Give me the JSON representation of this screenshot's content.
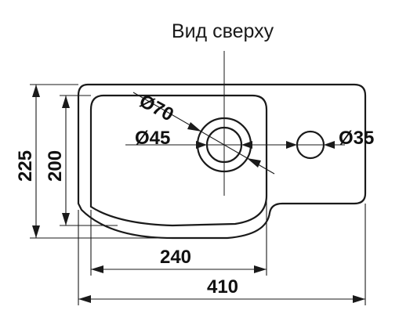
{
  "title": "Вид сверху",
  "dimensions": {
    "overall_width": "410",
    "bowl_width": "240",
    "overall_depth": "225",
    "bowl_depth": "200",
    "bowl_diameter": "Ø70",
    "drain_diameter": "Ø45",
    "tap_hole_diameter": "Ø35"
  },
  "colors": {
    "line": "#1a1a1a",
    "text": "#111111",
    "background": "#ffffff"
  }
}
